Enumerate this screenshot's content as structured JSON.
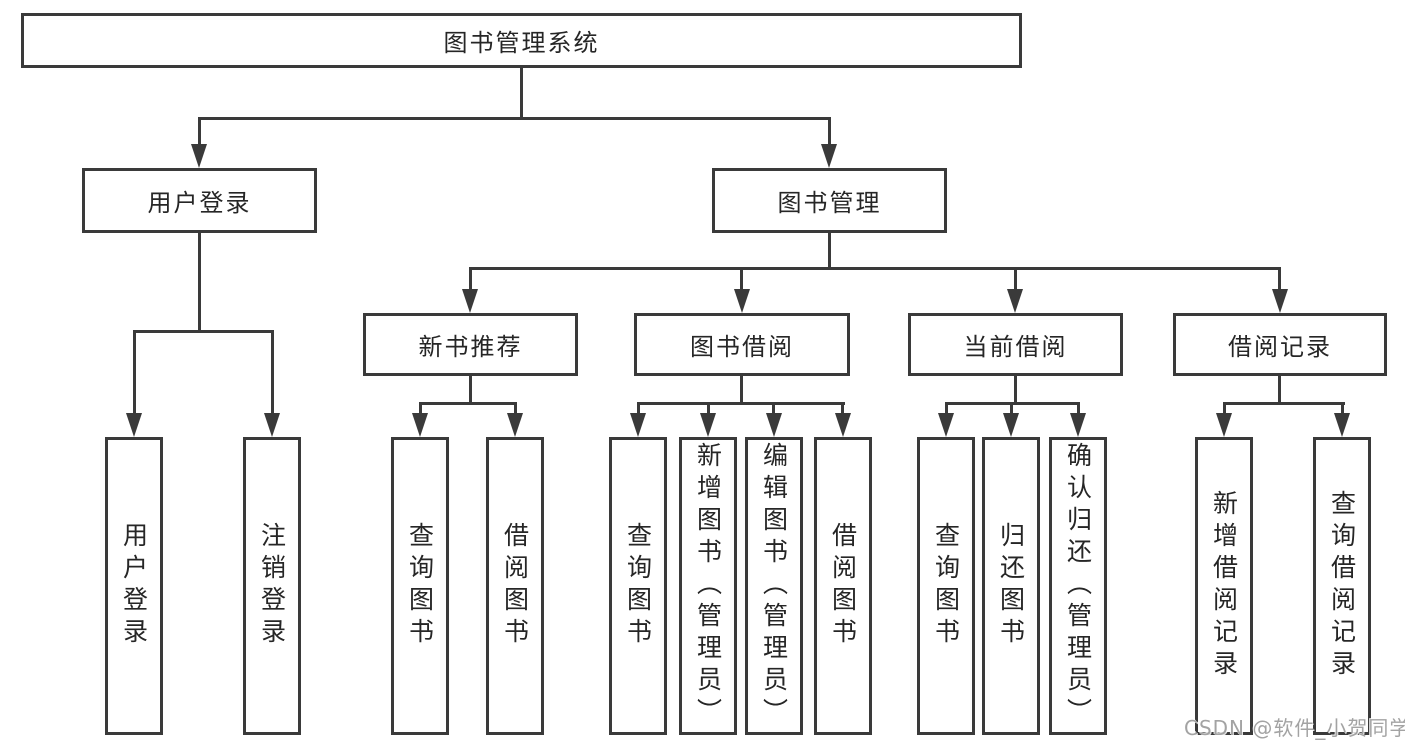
{
  "diagram": {
    "title": "图书管理系统",
    "level2": {
      "user_login": "用户登录",
      "book_mgmt": "图书管理"
    },
    "level3": {
      "new_books": "新书推荐",
      "book_borrow": "图书借阅",
      "current_borrow": "当前借阅",
      "borrow_records": "借阅记录"
    },
    "leaves": {
      "user_login": [
        "用户登录",
        "注销登录"
      ],
      "new_books": [
        "查询图书",
        "借阅图书"
      ],
      "book_borrow": [
        "查询图书",
        "新增图书（管理员）",
        "编辑图书（管理员）",
        "借阅图书"
      ],
      "current_borrow": [
        "查询图书",
        "归还图书",
        "确认归还（管理员）"
      ],
      "borrow_records": [
        "新增借阅记录",
        "查询借阅记录"
      ]
    }
  },
  "watermark": "CSDN @软件_小贺同学",
  "colors": {
    "line": "#3a3a3a",
    "text": "#262626",
    "watermark": "#a3a3a3",
    "background": "#ffffff"
  }
}
